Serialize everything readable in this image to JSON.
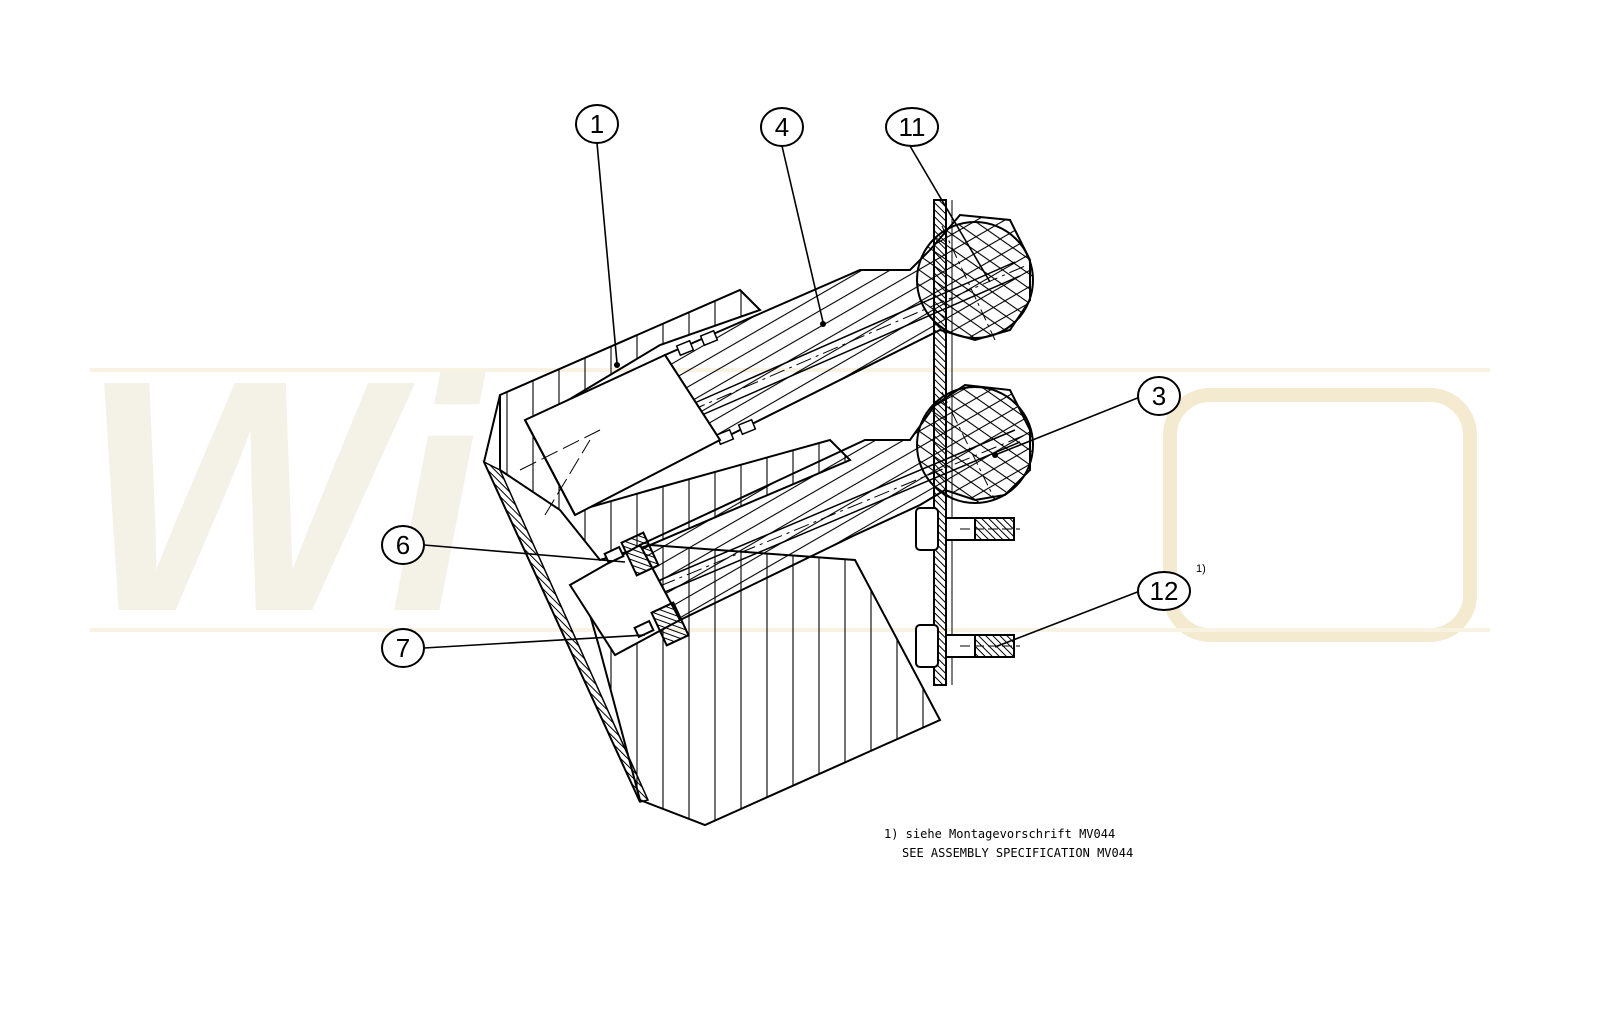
{
  "watermark": {
    "text": "Wi"
  },
  "callouts": [
    {
      "id": "c1",
      "label": "1"
    },
    {
      "id": "c4",
      "label": "4"
    },
    {
      "id": "c11",
      "label": "11"
    },
    {
      "id": "c3",
      "label": "3"
    },
    {
      "id": "c6",
      "label": "6"
    },
    {
      "id": "c7",
      "label": "7"
    },
    {
      "id": "c12",
      "label": "12"
    }
  ],
  "footnote_marker": "1)",
  "note": {
    "line1": "1) siehe Montagevorschrift MV044",
    "line2": "SEE ASSEMBLY SPECIFICATION MV044"
  }
}
